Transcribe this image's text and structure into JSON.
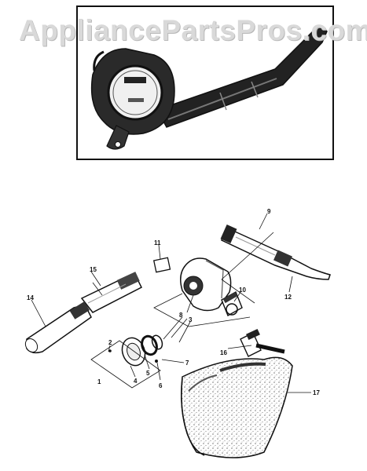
{
  "watermark": "AppliancePartsPros.com",
  "callouts": {
    "c1": "1",
    "c2": "2",
    "c3": "3",
    "c4": "4",
    "c5": "5",
    "c6": "6",
    "c7": "7",
    "c8": "8",
    "c9": "9",
    "c10": "10",
    "c11": "11",
    "c12": "12",
    "c14": "14",
    "c15": "15",
    "c16": "16",
    "c17": "17"
  },
  "colors": {
    "ink": "#111111",
    "watermark": "#d9d9d9",
    "bag_texture": "#777777"
  }
}
